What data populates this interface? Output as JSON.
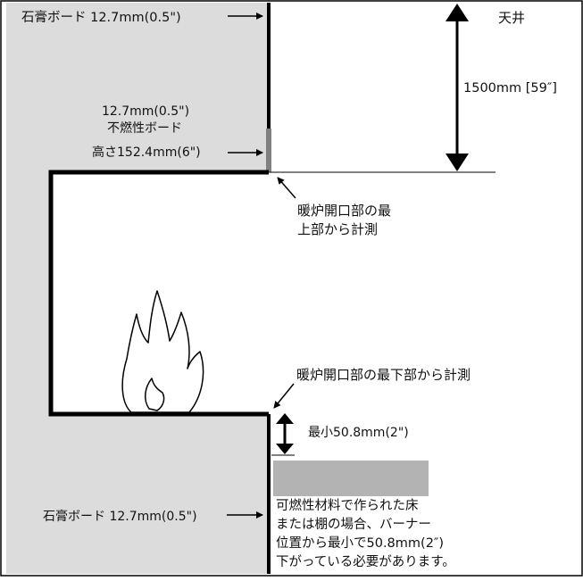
{
  "labels": {
    "gypsum_top": "石膏ボード 12.7mm(0.5\")",
    "ceiling": "天井",
    "clearance_top": "1500mm [59″]",
    "noncombustible_line1": "12.7mm(0.5\")",
    "noncombustible_line2": "不燃性ボード",
    "noncombustible_line3": "高さ152.4mm(6\")",
    "measure_top_line1": "暖炉開口部の最",
    "measure_top_line2": "上部から計測",
    "measure_bottom": "暖炉開口部の最下部から計測",
    "min_clearance": "最小50.8mm(2\")",
    "gypsum_bottom": "石膏ボード 12.7mm(0.5\")",
    "shelf_note_line1": "可燃性材料で作られた床",
    "shelf_note_line2": "または棚の場合、バーナー",
    "shelf_note_line3": "位置から最小で50.8mm(2″)",
    "shelf_note_line4": "下がっている必要があります。"
  },
  "colors": {
    "wall": "#dcdcdc",
    "noncombustible_board": "#808080",
    "shelf": "#b3b3b3",
    "line": "#000000"
  }
}
